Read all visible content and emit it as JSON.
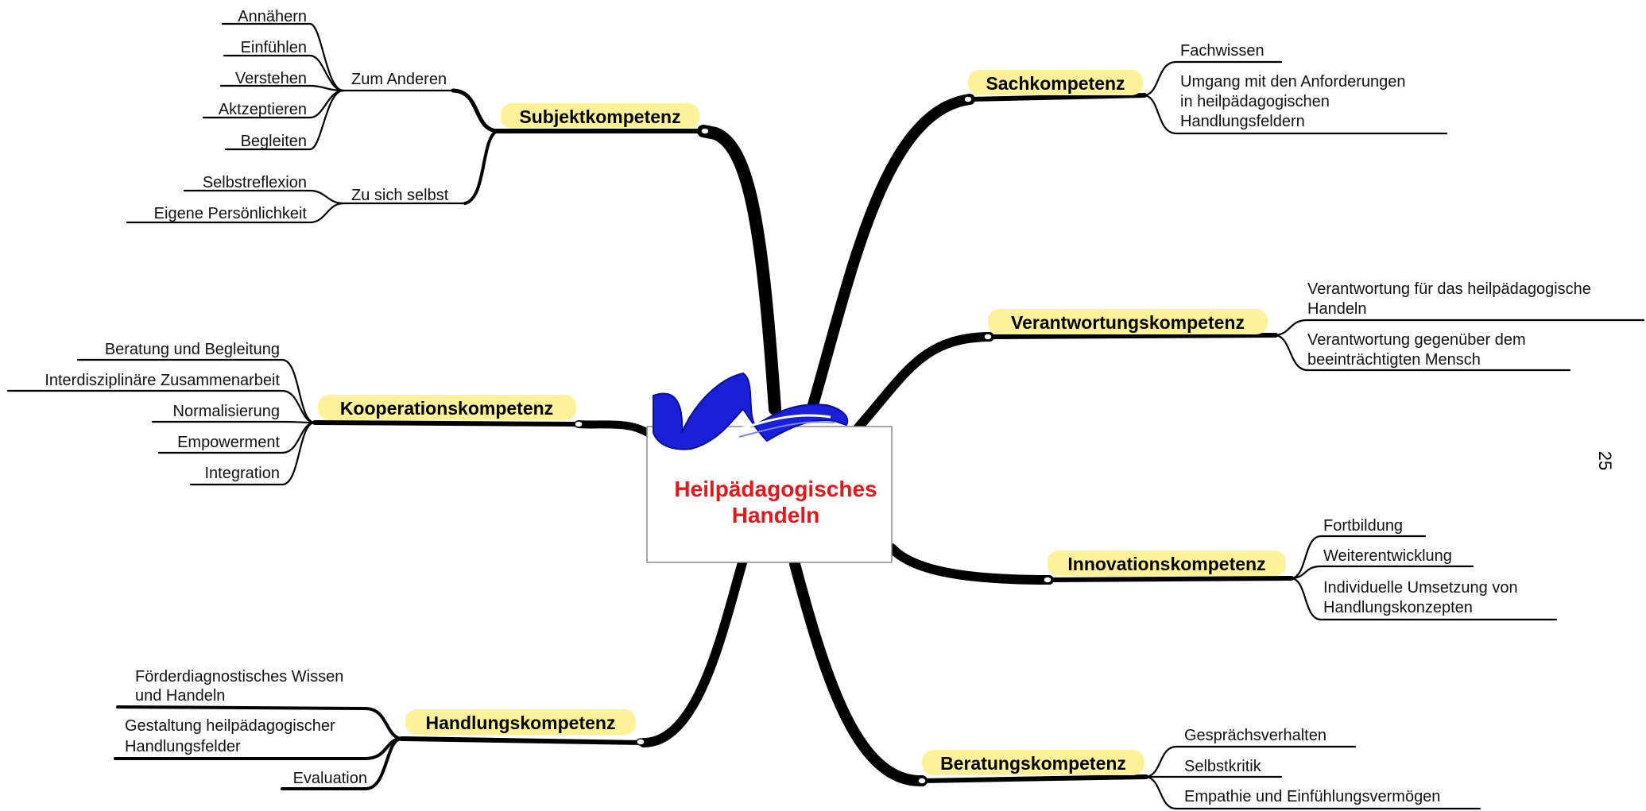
{
  "center": {
    "line1": "Heilpädagogisches",
    "line2": "Handeln",
    "text_color": "#e8151b",
    "logo": "blue-swirl-logo"
  },
  "page_number": "25",
  "highlight_color": "#fdf29a",
  "branches": {
    "subjekt": {
      "label": "Subjektkompetenz",
      "groups": {
        "zum_anderen": {
          "label": "Zum Anderen",
          "items": [
            "Annähern",
            "Einfühlen",
            "Verstehen",
            "Aktzeptieren",
            "Begleiten"
          ]
        },
        "zu_sich_selbst": {
          "label": "Zu sich selbst",
          "items": [
            "Selbstreflexion",
            "Eigene Persönlichkeit"
          ]
        }
      }
    },
    "kooperation": {
      "label": "Kooperationskompetenz",
      "items": [
        "Beratung und Begleitung",
        "Interdisziplinäre Zusammenarbeit",
        "Normalisierung",
        "Empowerment",
        "Integration"
      ]
    },
    "handlung": {
      "label": "Handlungskompetenz",
      "items": [
        [
          "Förderdiagnostisches Wissen",
          "und Handeln"
        ],
        [
          "Gestaltung heilpädagogischer",
          "Handlungsfelder"
        ],
        [
          "Evaluation"
        ]
      ]
    },
    "sach": {
      "label": "Sachkompetenz",
      "items": [
        [
          "Fachwissen"
        ],
        [
          "Umgang mit den Anforderungen",
          "in heilpädagogischen",
          "Handlungsfeldern"
        ]
      ]
    },
    "verantwortung": {
      "label": "Verantwortungskompetenz",
      "items": [
        [
          "Verantwortung für das heilpädagogische",
          "Handeln"
        ],
        [
          "Verantwortung gegenüber dem",
          "beeinträchtigten Mensch"
        ]
      ]
    },
    "innovation": {
      "label": "Innovationskompetenz",
      "items": [
        [
          "Fortbildung"
        ],
        [
          "Weiterentwicklung"
        ],
        [
          "Individuelle Umsetzung von",
          "Handlungskonzepten"
        ]
      ]
    },
    "beratung": {
      "label": "Beratungskompetenz",
      "items": [
        "Gesprächsverhalten",
        "Selbstkritik",
        "Empathie und Einfühlungsvermögen"
      ]
    }
  }
}
